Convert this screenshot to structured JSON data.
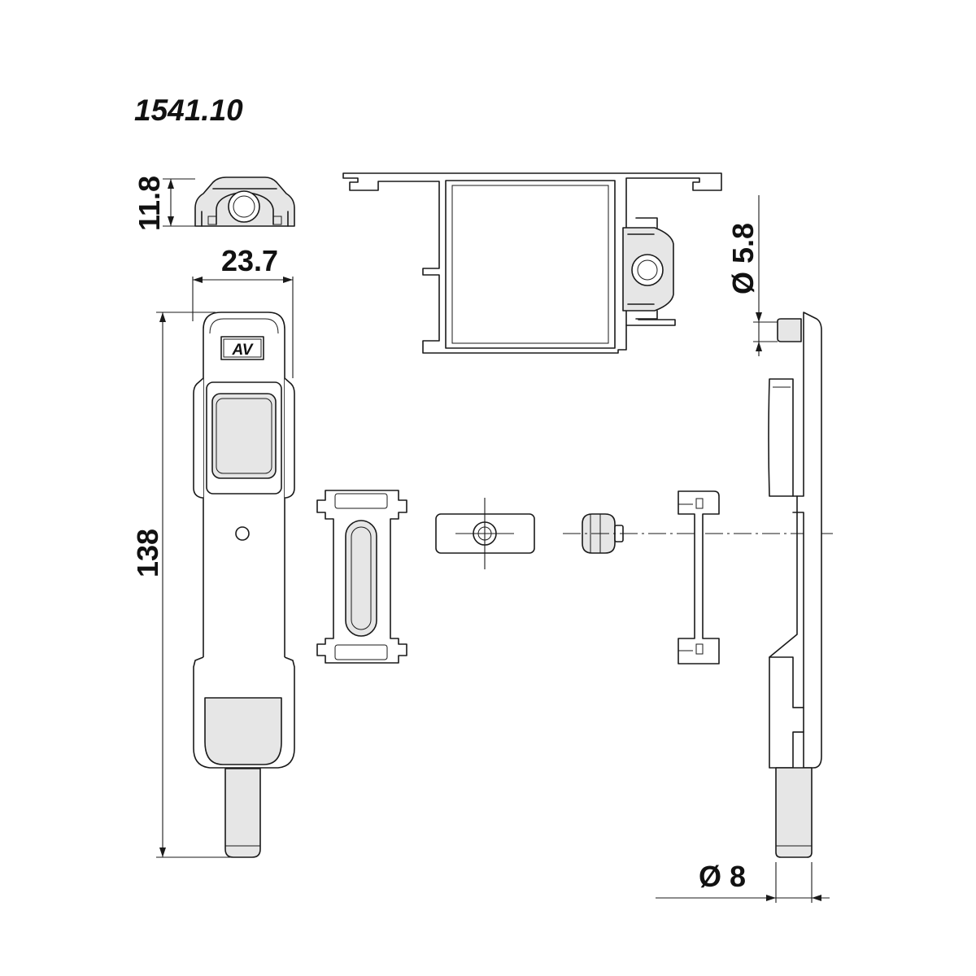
{
  "drawing": {
    "part_number": "1541.10",
    "logo_text": "AV",
    "dimensions": {
      "height_top_view": "11.8",
      "width": "23.7",
      "length": "138",
      "pin_diameter_small": "Ø 5.8",
      "pin_diameter_large": "Ø 8"
    }
  }
}
